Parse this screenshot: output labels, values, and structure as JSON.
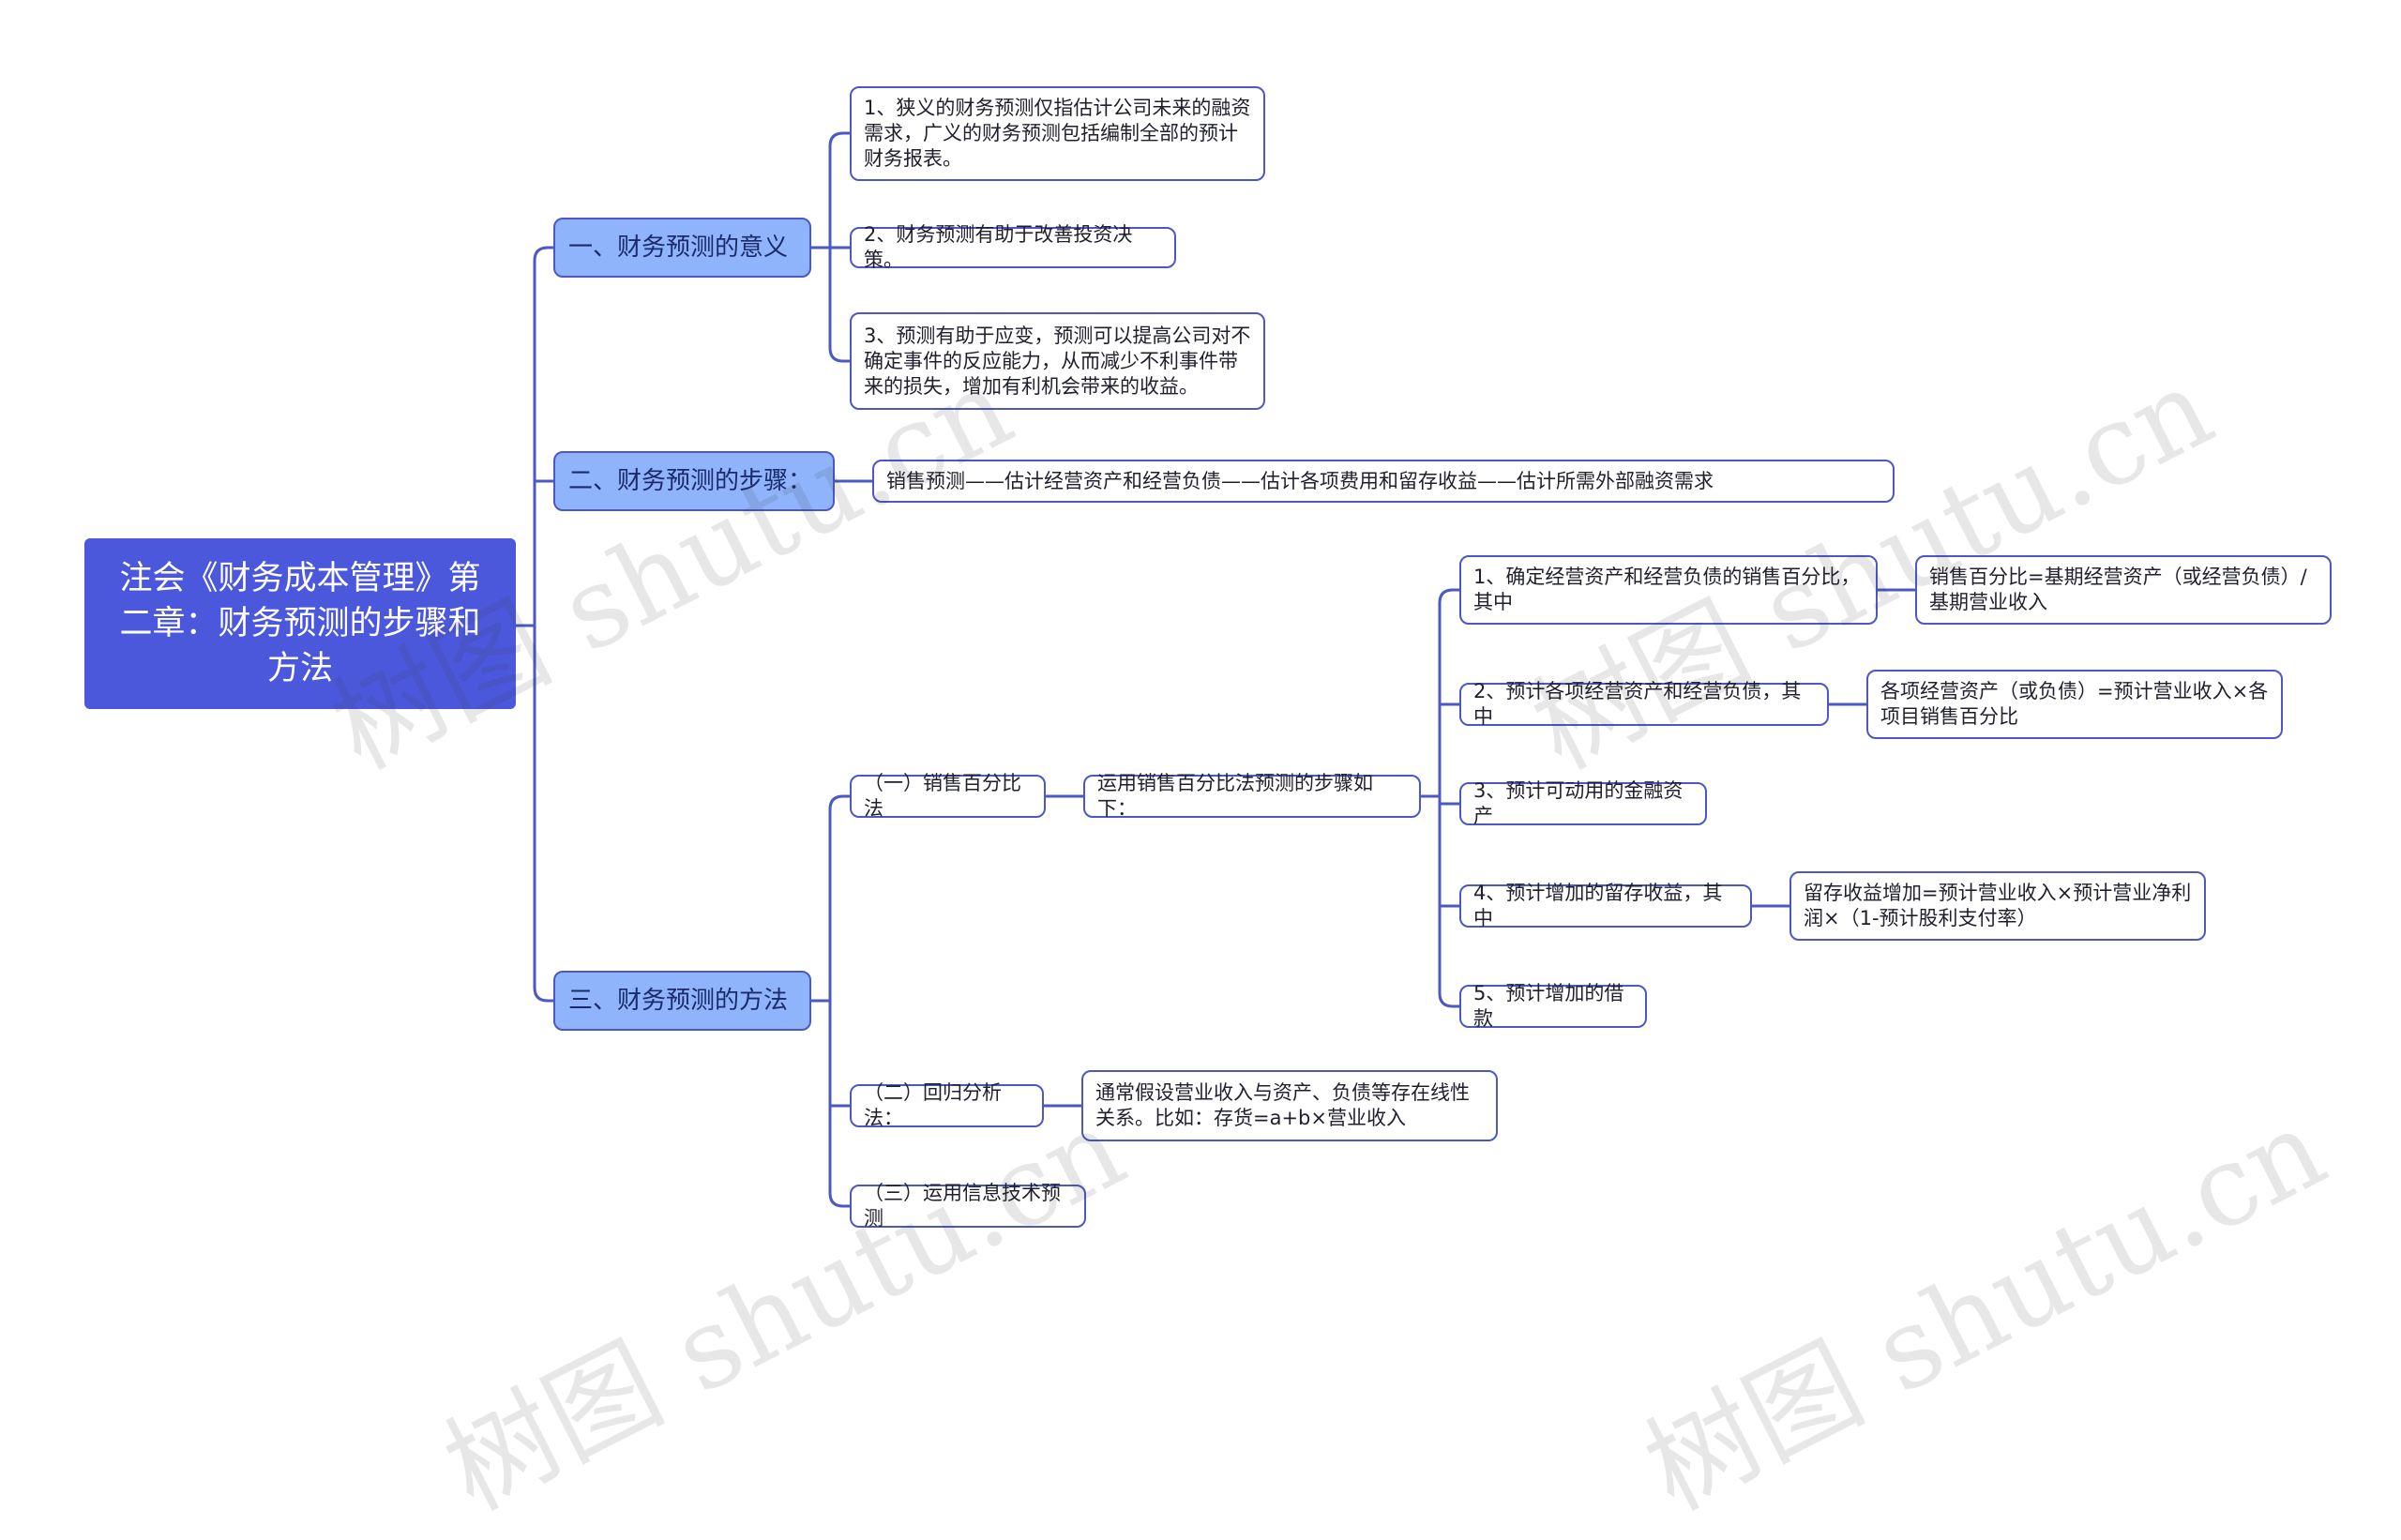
{
  "root": "注会《财务成本管理》第二章：财务预测的步骤和方法",
  "branches": {
    "b1": {
      "label": "一、财务预测的意义",
      "items": [
        "1、狭义的财务预测仅指估计公司未来的融资需求，广义的财务预测包括编制全部的预计财务报表。",
        "2、财务预测有助于改善投资决策。",
        "3、预测有助于应变，预测可以提高公司对不确定事件的反应能力，从而减少不利事件带来的损失，增加有利机会带来的收益。"
      ]
    },
    "b2": {
      "label": "二、财务预测的步骤：",
      "item": "销售预测——估计经营资产和经营负债——估计各项费用和留存收益——估计所需外部融资需求"
    },
    "b3": {
      "label": "三、财务预测的方法",
      "m1": {
        "label": "（一）销售百分比法",
        "intro": "运用销售百分比法预测的步骤如下：",
        "steps": [
          "1、确定经营资产和经营负债的销售百分比，其中",
          "2、预计各项经营资产和经营负债，其中",
          "3、预计可动用的金融资产",
          "4、预计增加的留存收益，其中",
          "5、预计增加的借款"
        ],
        "details": [
          "销售百分比=基期经营资产（或经营负债）/基期营业收入",
          "各项经营资产（或负债）=预计营业收入×各项目销售百分比",
          "留存收益增加=预计营业收入×预计营业净利润×（1-预计股利支付率）"
        ]
      },
      "m2": {
        "label": "（二）回归分析法：",
        "detail": "通常假设营业收入与资产、负债等存在线性关系。比如：存货=a+b×营业收入"
      },
      "m3": {
        "label": "（三）运用信息技术预测"
      }
    }
  },
  "watermark": "树图 shutu.cn",
  "colors": {
    "root": "#4b58dc",
    "level1": "#8fb4fb",
    "line": "#4b58c6"
  }
}
